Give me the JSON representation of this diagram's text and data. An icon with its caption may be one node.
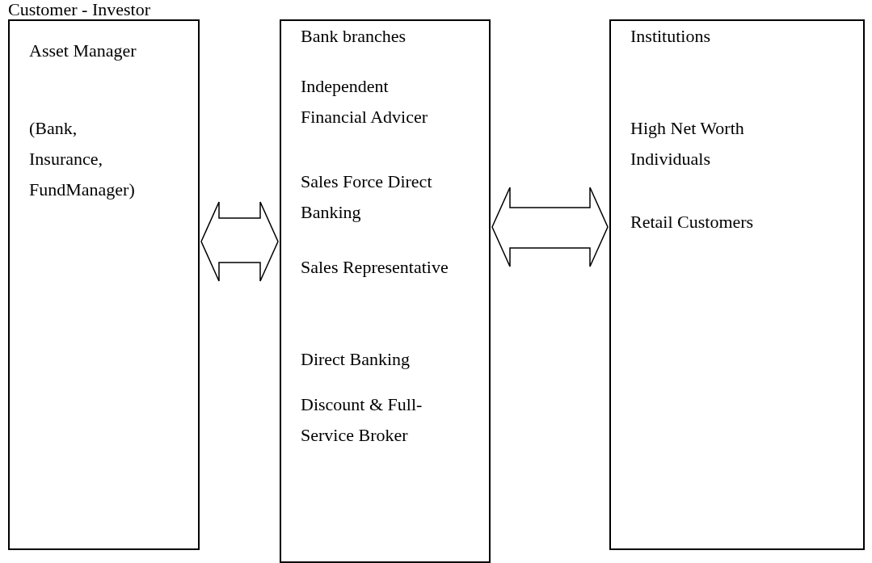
{
  "diagram": {
    "title": "Customer - Investor",
    "nodes": [
      {
        "text": [
          "Asset Manager",
          "(Bank, Insurance, FundManager)"
        ]
      },
      {
        "text": [
          "Bank branches",
          "Independent Financial Advicer",
          "Sales Force Direct Banking",
          "Sales Representative",
          "Direct Banking",
          "Discount & Full-Service Broker"
        ]
      },
      {
        "text": [
          "Institutions",
          "High Net Worth Individuals",
          "Retail Customers"
        ]
      }
    ],
    "edges": [
      {
        "from": 0,
        "to": 1,
        "arrow": "both"
      },
      {
        "from": 1,
        "to": 2,
        "arrow": "both"
      }
    ]
  }
}
